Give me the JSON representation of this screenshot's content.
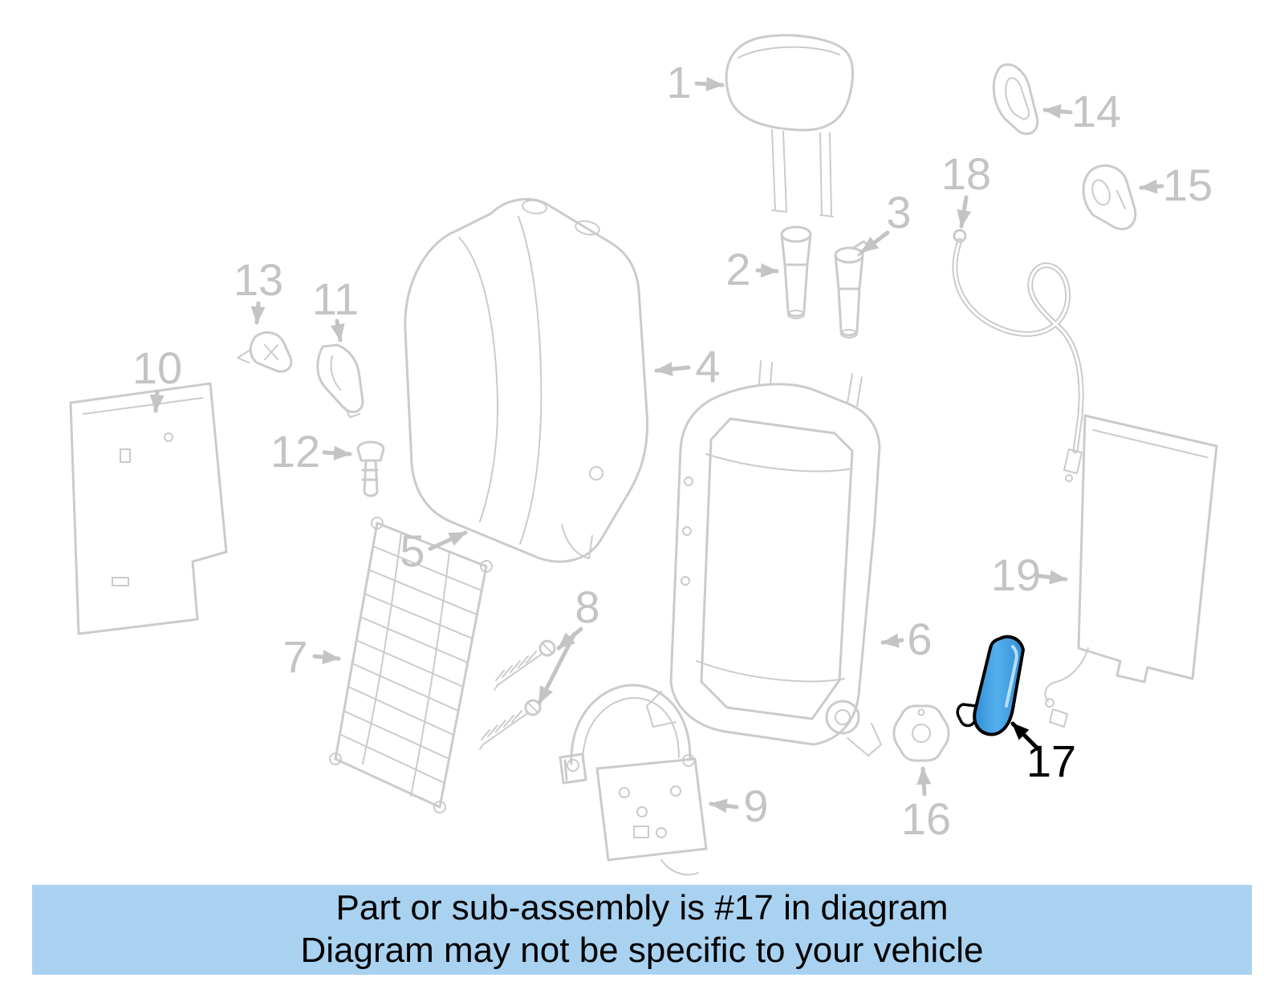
{
  "diagram": {
    "highlighted_part": "17",
    "line_color": "#cbcbcb",
    "label_color": "#c4c4c4",
    "highlight_fill": "#3f9fe0",
    "highlight_outline": "#000000",
    "callouts": [
      "1",
      "2",
      "3",
      "4",
      "5",
      "6",
      "7",
      "8",
      "9",
      "10",
      "11",
      "12",
      "13",
      "14",
      "15",
      "16",
      "17",
      "18",
      "19"
    ]
  },
  "banner": {
    "background": "#a9d2f1",
    "text_color": "#000000",
    "line1": "Part or sub-assembly is #17 in diagram",
    "line2": "Diagram may not be specific to your vehicle"
  }
}
